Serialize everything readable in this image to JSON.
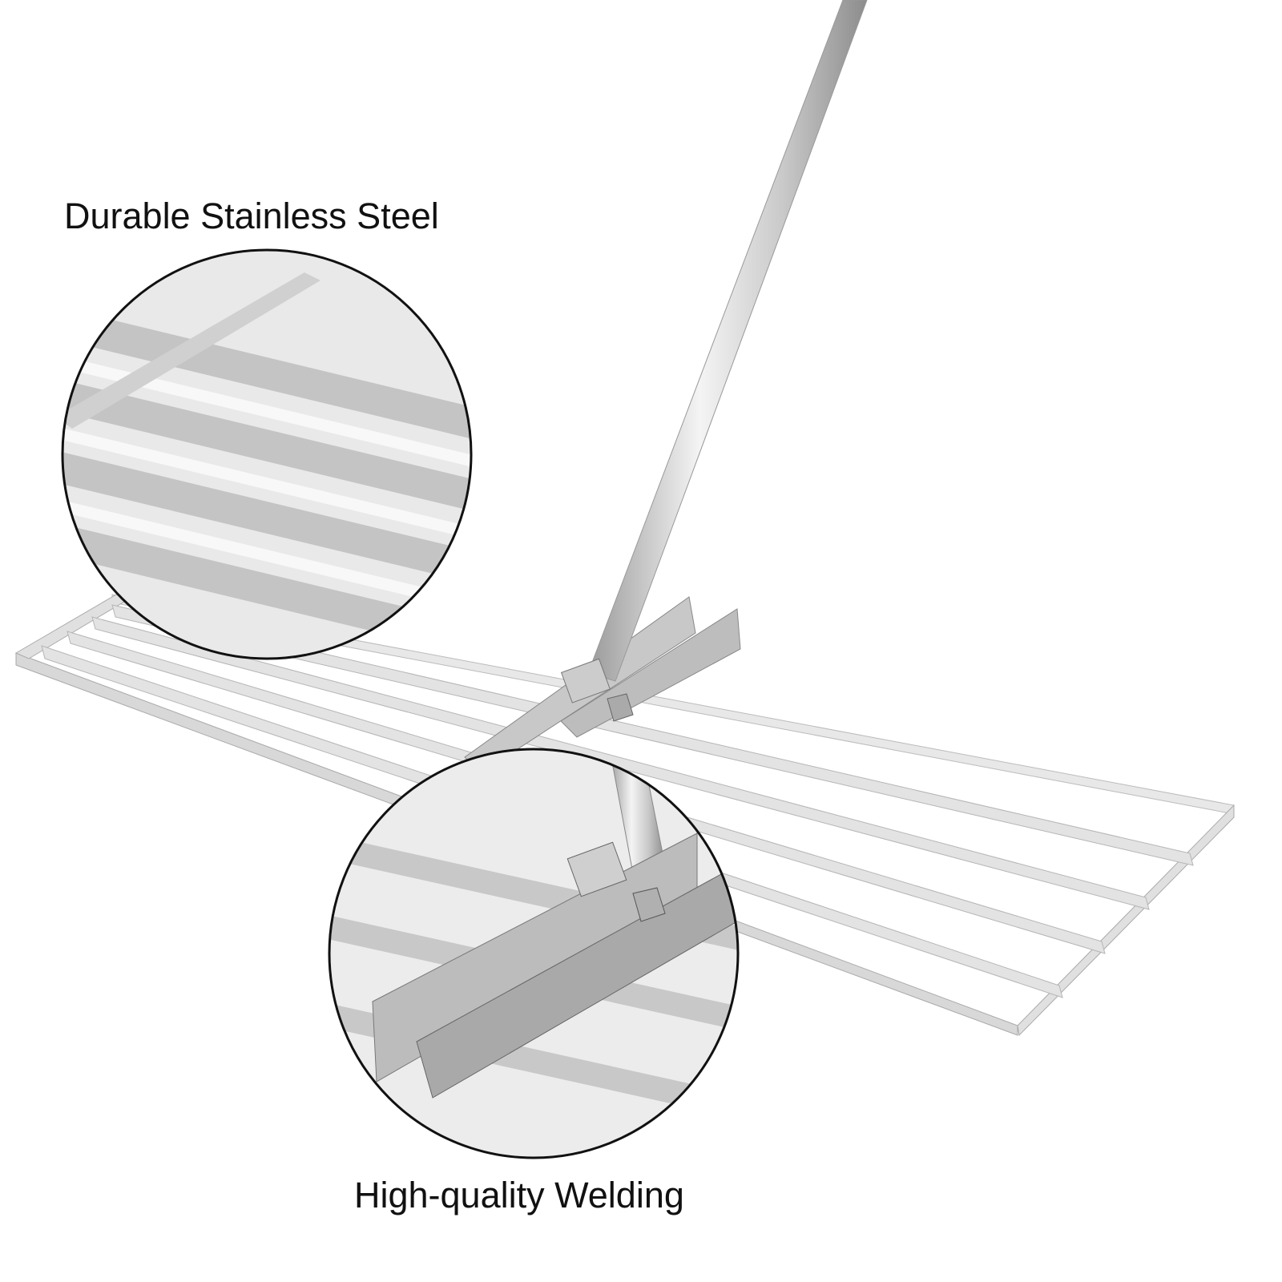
{
  "product": {
    "colors": {
      "steel_light": "#e6e6e6",
      "steel_mid": "#c8c8c8",
      "steel_dark": "#9a9a9a",
      "outline": "#111111"
    }
  },
  "callouts": [
    {
      "label": "Durable Stainless Steel",
      "icon": "magnified-frame-detail"
    },
    {
      "label": "High-quality Welding",
      "icon": "magnified-weld-detail"
    }
  ]
}
